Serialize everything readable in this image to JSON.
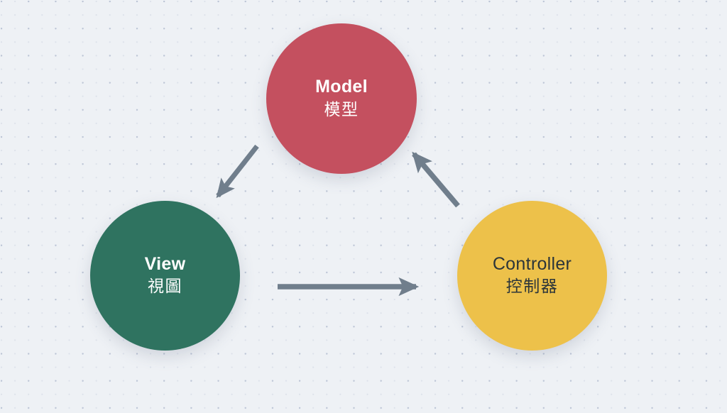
{
  "diagram": {
    "title": "MVC Pattern Diagram",
    "background_color": "#eef1f5",
    "arrow_color": "#707e8c",
    "nodes": [
      {
        "id": "model",
        "label_en": "Model",
        "label_zh": "模型",
        "color": "#c4505f",
        "text_color": "#ffffff"
      },
      {
        "id": "view",
        "label_en": "View",
        "label_zh": "視圖",
        "color": "#2f7360",
        "text_color": "#ffffff"
      },
      {
        "id": "controller",
        "label_en": "Controller",
        "label_zh": "控制器",
        "color": "#edc14a",
        "text_color": "#2c3539"
      }
    ],
    "edges": [
      {
        "id": "model-to-view",
        "from": "model",
        "to": "view",
        "label": ""
      },
      {
        "id": "view-to-controller",
        "from": "view",
        "to": "controller",
        "label": ""
      },
      {
        "id": "controller-to-model",
        "from": "controller",
        "to": "model",
        "label": ""
      }
    ]
  }
}
